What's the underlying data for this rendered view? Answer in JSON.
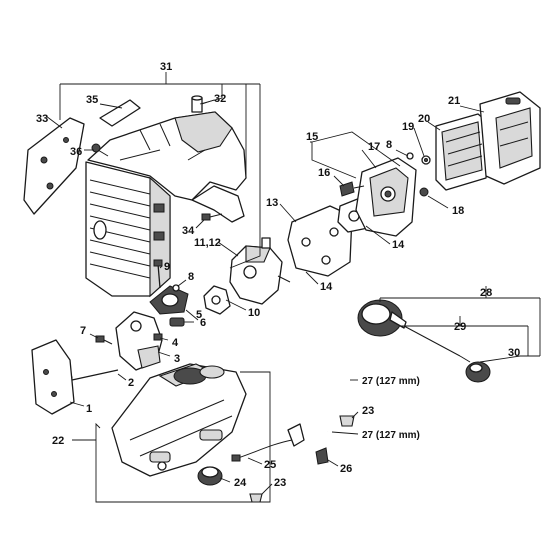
{
  "callouts": {
    "c1": "1",
    "c2": "2",
    "c3": "3",
    "c4": "4",
    "c5": "5",
    "c6": "6",
    "c7": "7",
    "c8a": "8",
    "c8b": "8",
    "c9": "9",
    "c10": "10",
    "c11_12": "11,12",
    "c13": "13",
    "c14a": "14",
    "c14b": "14",
    "c15": "15",
    "c16": "16",
    "c17": "17",
    "c18": "18",
    "c19": "19",
    "c20": "20",
    "c21": "21",
    "c22": "22",
    "c23a": "23",
    "c23b": "23",
    "c24": "24",
    "c25": "25",
    "c26": "26",
    "c27a": "27 (127 mm)",
    "c27b": "27 (127 mm)",
    "c28": "28",
    "c29": "29",
    "c30": "30",
    "c31": "31",
    "c32": "32",
    "c33": "33",
    "c34": "34",
    "c35": "35",
    "c36": "36"
  }
}
